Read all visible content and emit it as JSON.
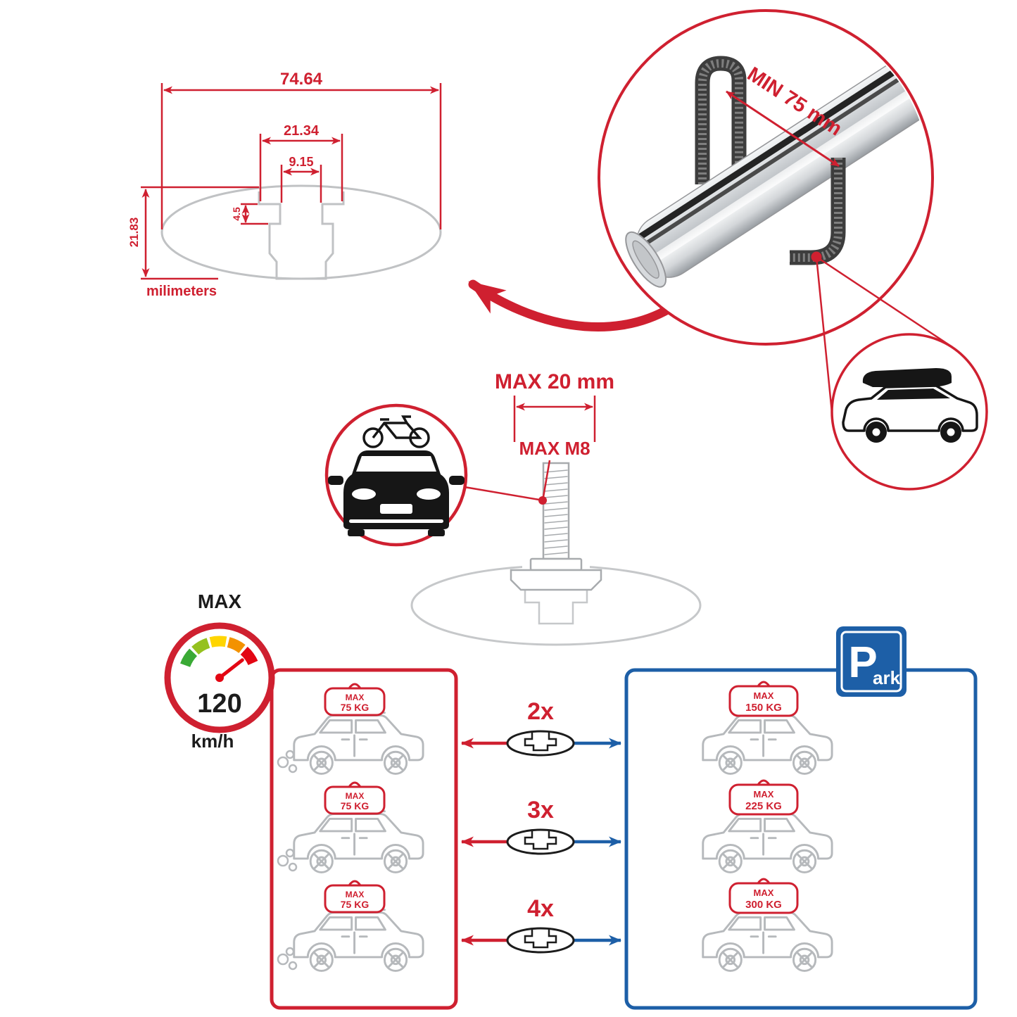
{
  "colors": {
    "red": "#cf2030",
    "blue": "#1d5fa7",
    "diagram_gray": "#c0c2c4",
    "car_gray": "#b6b9bc",
    "black": "#1c1c1c"
  },
  "dimension_diagram": {
    "total_width": "74.64",
    "channel_width": "21.34",
    "slot_width": "9.15",
    "step_depth": "4.5",
    "profile_height": "21.83",
    "units_label": "milimeters"
  },
  "clamp_detail": {
    "min_grip_label": "MIN 75 mm"
  },
  "bolt_detail": {
    "max_length_label": "MAX 20 mm",
    "max_thread_label": "MAX M8"
  },
  "speed_gauge": {
    "title": "MAX",
    "speed_value": "120",
    "speed_unit": "km/h"
  },
  "left_panel": {
    "cars": [
      {
        "load_title": "MAX",
        "load_value": "75 KG"
      },
      {
        "load_title": "MAX",
        "load_value": "75 KG"
      },
      {
        "load_title": "MAX",
        "load_value": "75 KG"
      }
    ]
  },
  "crossbar_options": [
    {
      "label": "2x"
    },
    {
      "label": "3x"
    },
    {
      "label": "4x"
    }
  ],
  "right_panel": {
    "cars": [
      {
        "load_title": "MAX",
        "load_value": "150 KG"
      },
      {
        "load_title": "MAX",
        "load_value": "225 KG"
      },
      {
        "load_title": "MAX",
        "load_value": "300 KG"
      }
    ]
  },
  "park_sign": {
    "letter": "P",
    "suffix": "ark"
  }
}
